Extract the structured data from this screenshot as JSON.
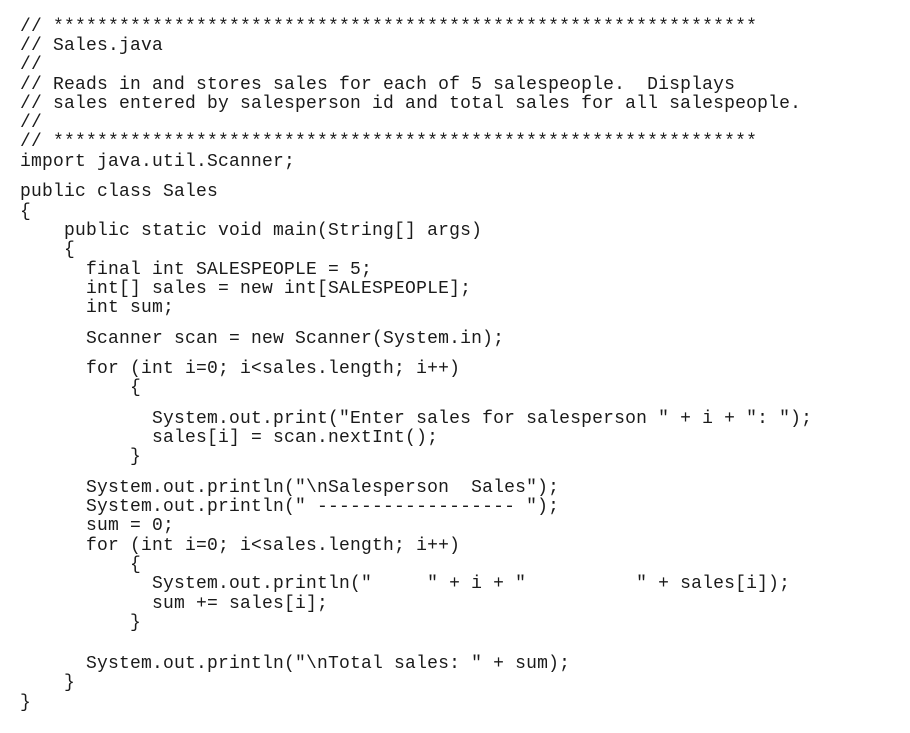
{
  "document": {
    "filename": "Sales.java",
    "lines": [
      "// ****************************************************************",
      "// Sales.java",
      "//",
      "// Reads in and stores sales for each of 5 salespeople.  Displays",
      "// sales entered by salesperson id and total sales for all salespeople.",
      "//",
      "// ****************************************************************",
      "import java.util.Scanner;",
      "public class Sales",
      "{",
      "    public static void main(String[] args)",
      "    {",
      "      final int SALESPEOPLE = 5;",
      "      int[] sales = new int[SALESPEOPLE];",
      "      int sum;",
      "      Scanner scan = new Scanner(System.in);",
      "      for (int i=0; i<sales.length; i++)",
      "          {",
      "            System.out.print(\"Enter sales for salesperson \" + i + \": \");",
      "            sales[i] = scan.nextInt();",
      "          }",
      "      System.out.println(\"\\nSalesperson  Sales\");",
      "      System.out.println(\" ------------------ \");",
      "      sum = 0;",
      "      for (int i=0; i<sales.length; i++)",
      "          {",
      "            System.out.println(\"     \" + i + \"          \" + sales[i]);",
      "            sum += sales[i];",
      "          }",
      "      System.out.println(\"\\nTotal sales: \" + sum);",
      "    }",
      "}"
    ]
  }
}
